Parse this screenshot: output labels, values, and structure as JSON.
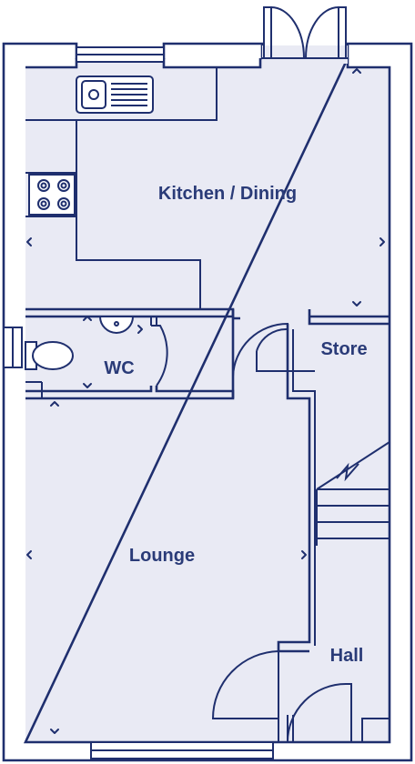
{
  "plan": {
    "rooms": [
      {
        "id": "kitchen",
        "label": "Kitchen / Dining"
      },
      {
        "id": "wc",
        "label": "WC"
      },
      {
        "id": "store",
        "label": "Store"
      },
      {
        "id": "lounge",
        "label": "Lounge"
      },
      {
        "id": "hall",
        "label": "Hall"
      }
    ],
    "colors": {
      "wall": "#1f2f6e",
      "floor": "#e9eaf4",
      "label": "#2a3b78"
    }
  }
}
